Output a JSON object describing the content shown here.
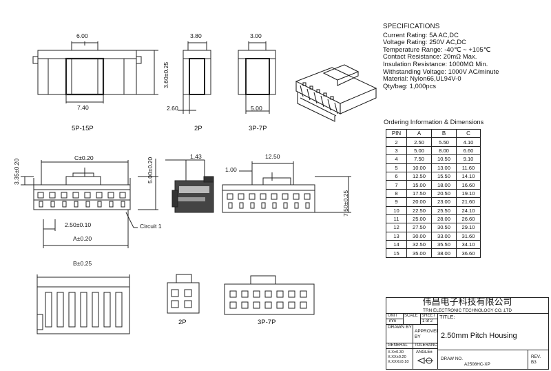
{
  "specifications": {
    "heading": "SPECIFICATIONS",
    "lines": [
      "Current Rating: 5A AC,DC",
      "Voltage Rating: 250V AC,DC",
      "Temperature Range: -40℃ ~ +105℃",
      "Contact Resistance: 20mΩ Max.",
      "Insulation Resistance: 1000MΩ Min.",
      "Withstanding Voltage: 1000V AC/minute",
      "Material: Nylon66,UL94V-0",
      "Qty/bag: 1,000pcs"
    ]
  },
  "ordering": {
    "heading": "Ordering Information & Dimensions",
    "columns": [
      "PIN",
      "A",
      "B",
      "C"
    ],
    "rows": [
      [
        "2",
        "2.50",
        "5.50",
        "4.10"
      ],
      [
        "3",
        "5.00",
        "8.00",
        "6.60"
      ],
      [
        "4",
        "7.50",
        "10.50",
        "9.10"
      ],
      [
        "5",
        "10.00",
        "13.00",
        "11.60"
      ],
      [
        "6",
        "12.50",
        "15.50",
        "14.10"
      ],
      [
        "7",
        "15.00",
        "18.00",
        "16.60"
      ],
      [
        "8",
        "17.50",
        "20.50",
        "19.10"
      ],
      [
        "9",
        "20.00",
        "23.00",
        "21.60"
      ],
      [
        "10",
        "22.50",
        "25.50",
        "24.10"
      ],
      [
        "11",
        "25.00",
        "28.00",
        "26.60"
      ],
      [
        "12",
        "27.50",
        "30.50",
        "29.10"
      ],
      [
        "13",
        "30.00",
        "33.00",
        "31.60"
      ],
      [
        "14",
        "32.50",
        "35.50",
        "34.10"
      ],
      [
        "15",
        "35.00",
        "38.00",
        "36.60"
      ]
    ]
  },
  "title_block": {
    "company_cn": "伟昌电子科技有限公司",
    "company_en": "TRN ELECTRONIC TECHNOLOGY CO.,LTD",
    "unit_label": "UNIT",
    "unit_value": "mm",
    "scale_label": "SCALE",
    "sheet_label": "SHEET",
    "sheet_value": "1 of 2",
    "title_label": "TITLE:",
    "title_value": "2.50mm Pitch Housing",
    "drawn_by": "DRAWN BY",
    "approved_by": "APPROVED BY",
    "general": "GENERAL",
    "tolerance": "TOLERANCE",
    "tol1": "X.X±0.30",
    "tol2": "X.XX±0.20",
    "tol3": "X.XXX±0.10",
    "angle": "ANGLE±",
    "draw_no_label": "DRAW NO.",
    "draw_no_value": "A2508HC-XP",
    "rev_label": "REV.",
    "rev_value": "B3"
  },
  "dimensions": {
    "d600": "6.00",
    "d380": "3.80",
    "d300": "3.00",
    "d360": "3.60±0.25",
    "d740": "7.40",
    "d260": "2.60",
    "d500": "5.00",
    "d335": "3.35±0.20",
    "dC": "C±0.20",
    "d500b": "5.00±0.20",
    "d143": "1.43",
    "d100": "1.00",
    "d1250": "12.50",
    "d750": "7.50±0.25",
    "d250": "2.50±0.10",
    "dA": "A±0.20",
    "dB": "B±0.25",
    "circuit": "Circuit 1"
  },
  "view_labels": {
    "v1": "5P-15P",
    "v2": "2P",
    "v3": "3P-7P",
    "v4": "2P",
    "v5": "3P-7P"
  }
}
